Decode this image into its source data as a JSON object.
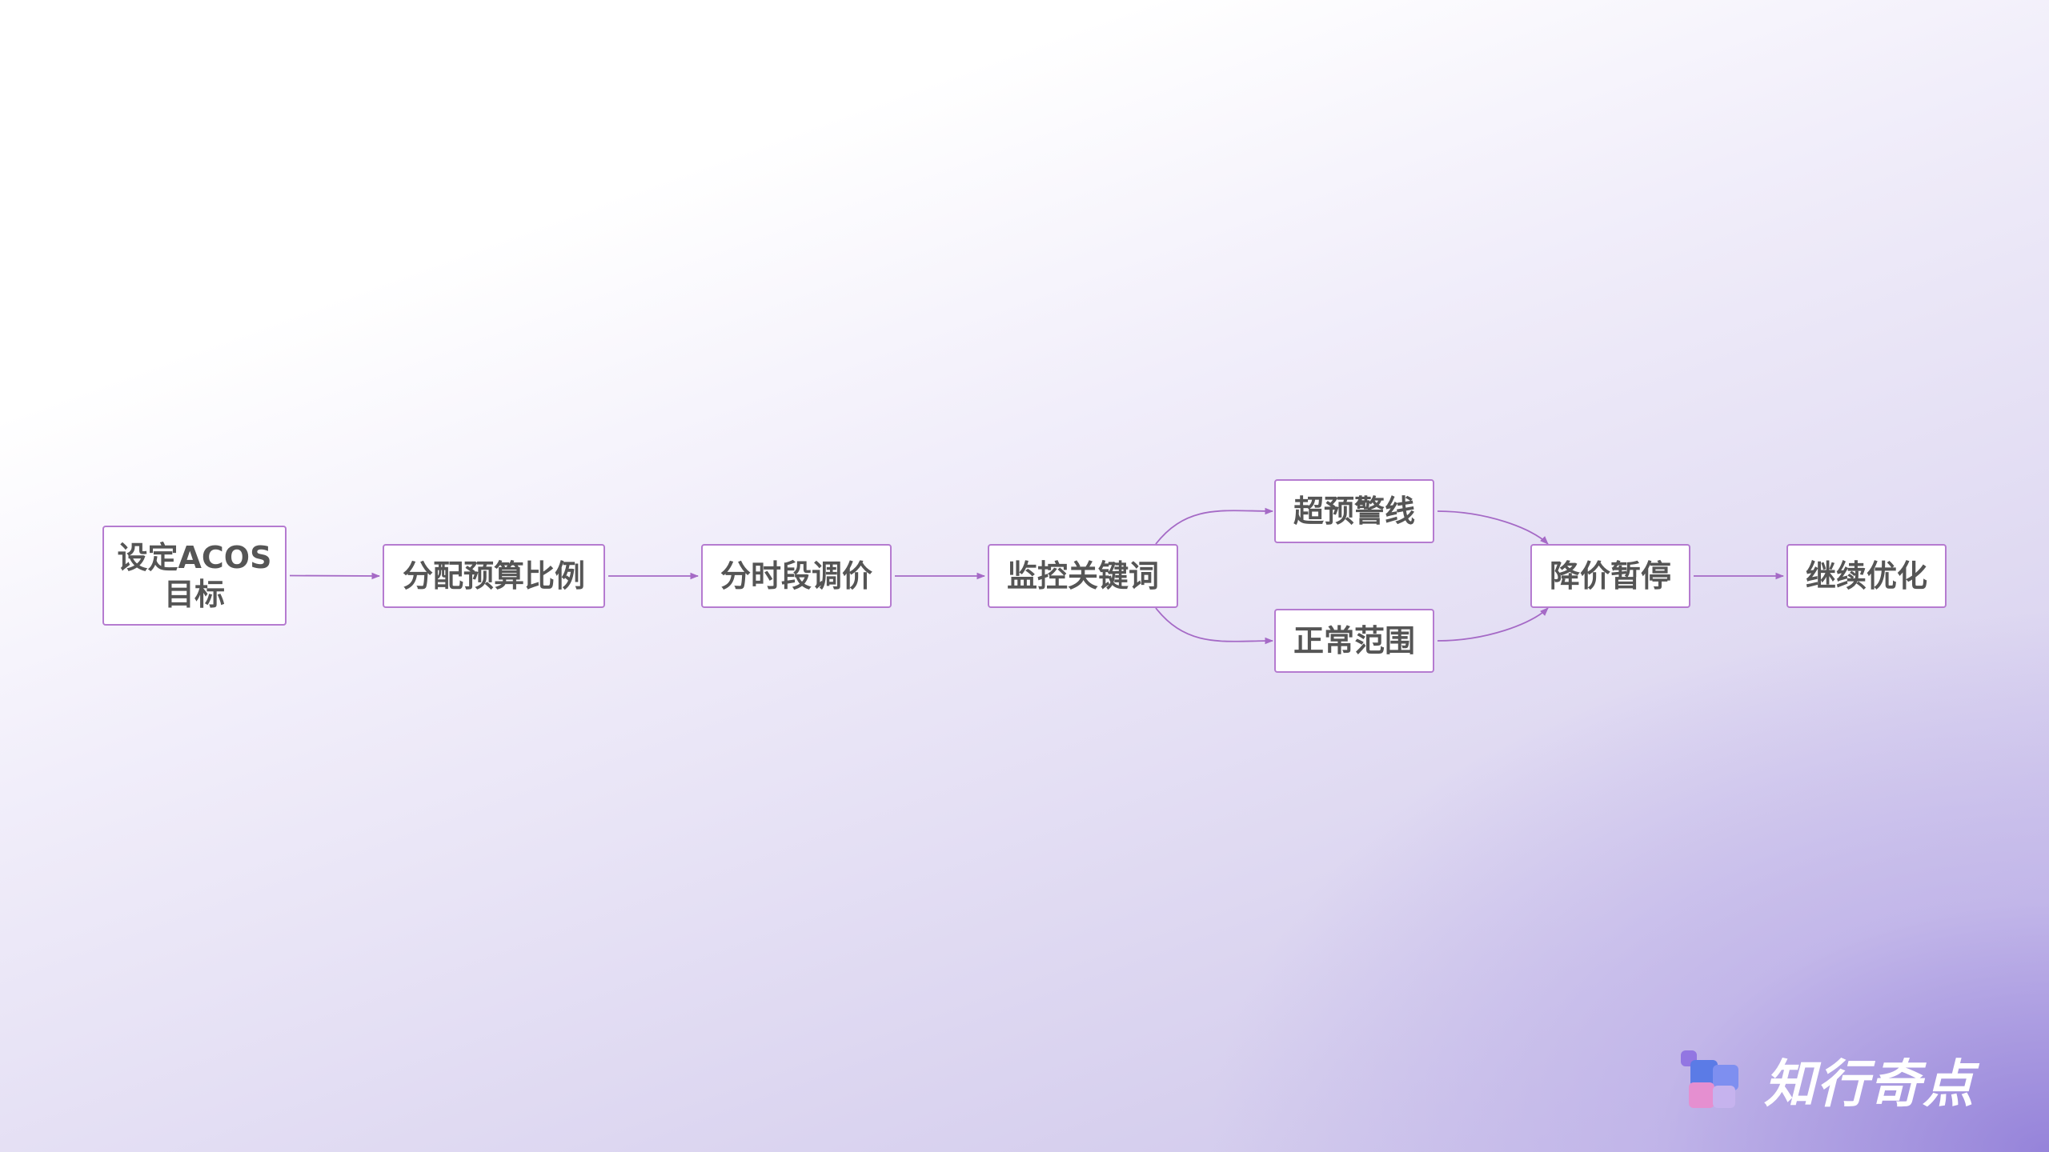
{
  "diagram": {
    "nodes": [
      {
        "id": "n1",
        "label": "设定ACOS\n目标"
      },
      {
        "id": "n2",
        "label": "分配预算比例"
      },
      {
        "id": "n3",
        "label": "分时段调价"
      },
      {
        "id": "n4",
        "label": "监控关键词"
      },
      {
        "id": "n5",
        "label": "超预警线"
      },
      {
        "id": "n6",
        "label": "正常范围"
      },
      {
        "id": "n7",
        "label": "降价暂停"
      },
      {
        "id": "n8",
        "label": "继续优化"
      }
    ],
    "edges": [
      {
        "from": "n1",
        "to": "n2"
      },
      {
        "from": "n2",
        "to": "n3"
      },
      {
        "from": "n3",
        "to": "n4"
      },
      {
        "from": "n4",
        "to": "n5"
      },
      {
        "from": "n4",
        "to": "n6"
      },
      {
        "from": "n5",
        "to": "n7"
      },
      {
        "from": "n6",
        "to": "n7"
      },
      {
        "from": "n7",
        "to": "n8"
      }
    ],
    "colors": {
      "border": "#b57bd0",
      "edge": "#a56ac6",
      "text": "#555555",
      "box_fill": "#ffffff"
    }
  },
  "brand": {
    "name": "知行奇点",
    "icon": "logo-blocks-icon",
    "colors": [
      "#5b7be6",
      "#e58fd0",
      "#c6b3ee",
      "#8a6be0"
    ]
  }
}
